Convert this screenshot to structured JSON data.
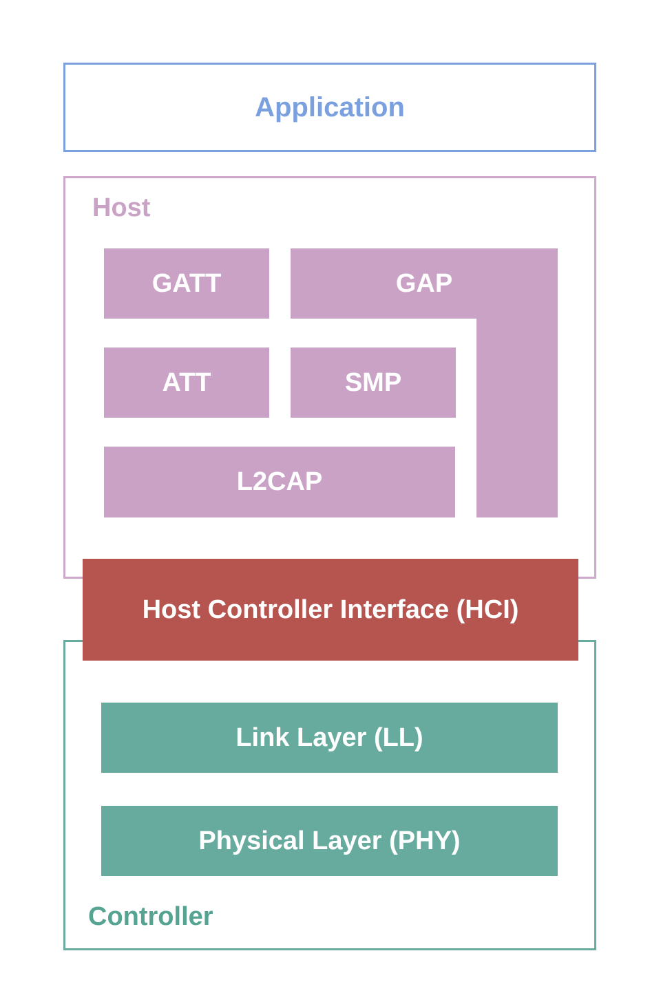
{
  "diagram": {
    "title_hint": "Bluetooth Low Energy protocol stack",
    "application": {
      "label": "Application"
    },
    "host": {
      "label": "Host",
      "blocks": {
        "gatt": "GATT",
        "gap": "GAP",
        "att": "ATT",
        "smp": "SMP",
        "l2cap": "L2CAP"
      }
    },
    "hci": {
      "label": "Host Controller Interface (HCI)"
    },
    "controller": {
      "label": "Controller",
      "blocks": {
        "link_layer": "Link Layer (LL)",
        "physical_layer": "Physical Layer (PHY)"
      }
    }
  },
  "colors": {
    "application_blue": "#7ba0de",
    "host_fill_pink": "#c9a2c6",
    "host_border_pink": "#cfa9cc",
    "hci_red": "#b65450",
    "controller_fill_teal": "#67ab9e",
    "controller_border_teal": "#68ab9f",
    "controller_text_teal": "#55a391",
    "block_text_white": "#ffffff",
    "background": "#ffffff"
  }
}
